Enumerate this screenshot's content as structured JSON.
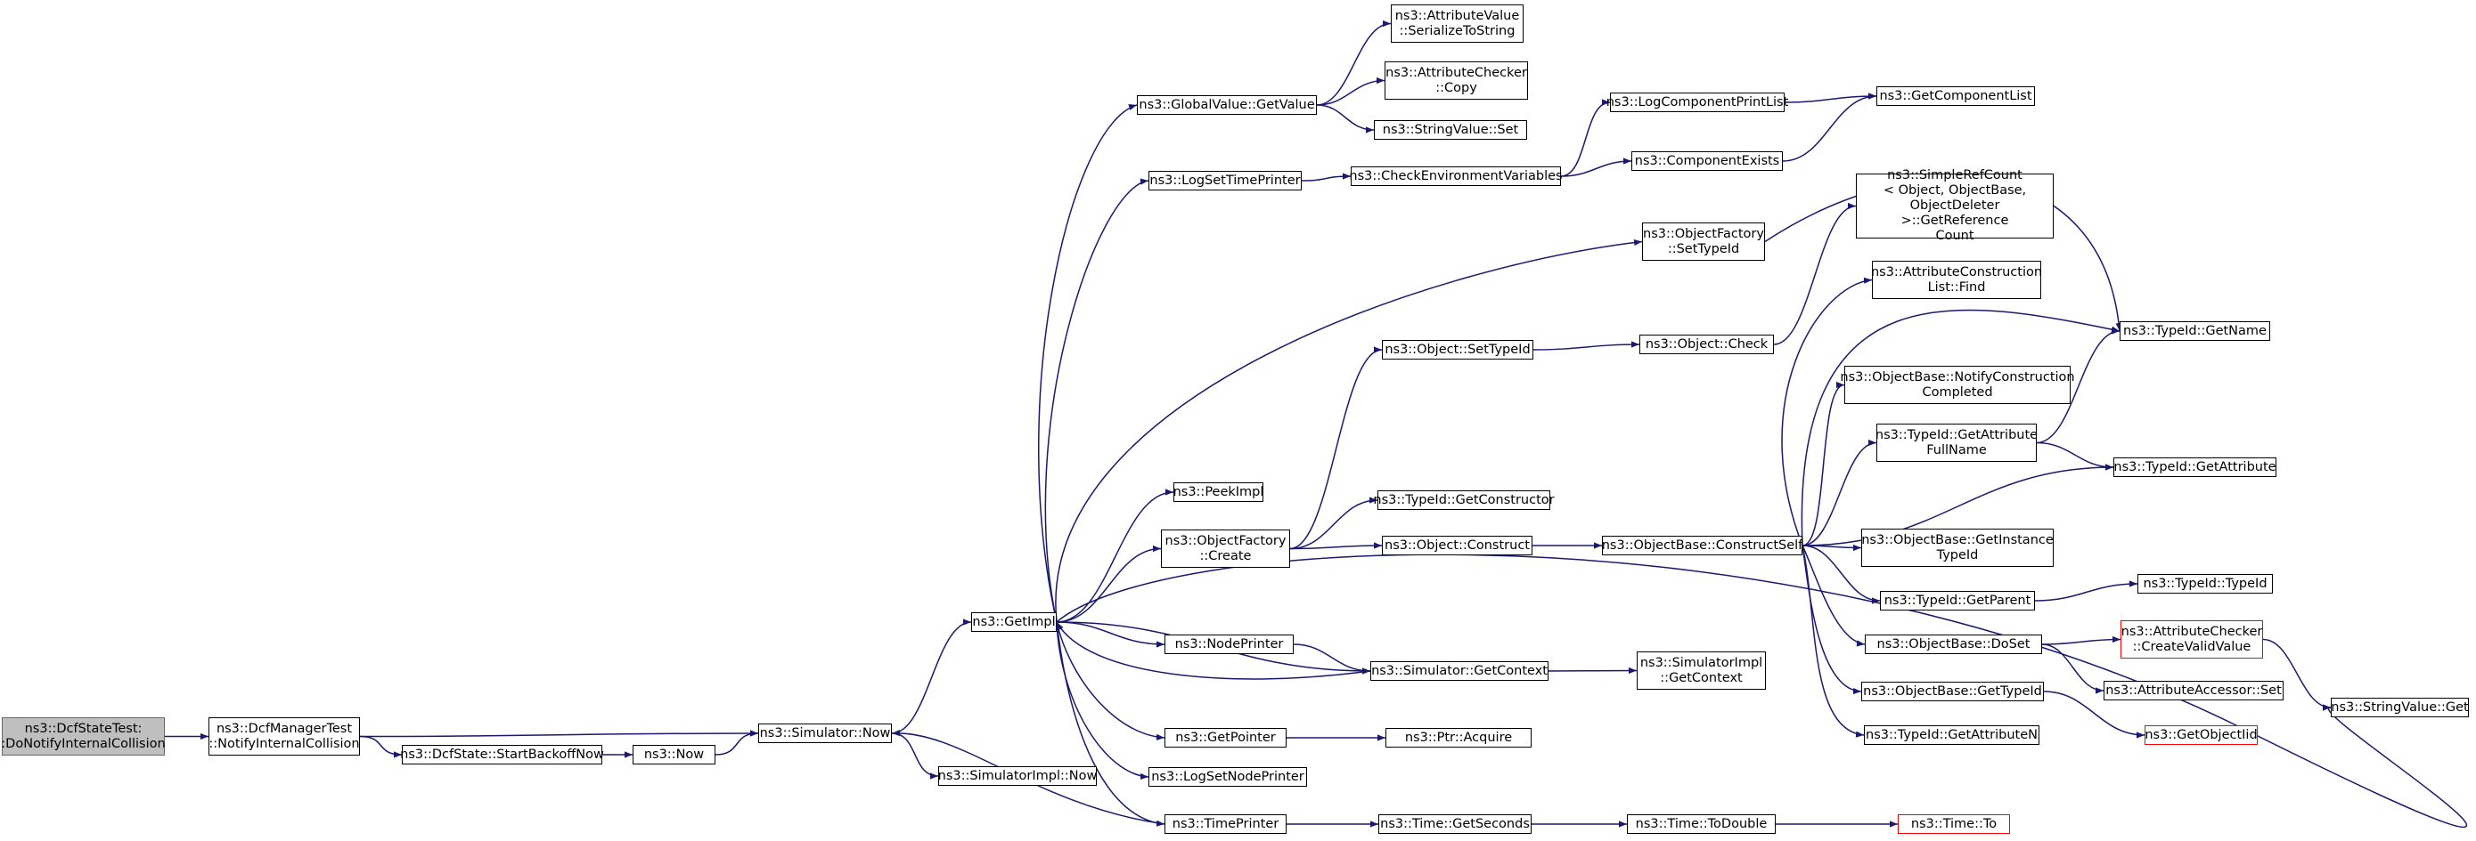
{
  "colors": {
    "edge": "#191970",
    "node_border": "#000000",
    "root_fill": "#bfbfbf",
    "root_border": "#666666",
    "truncated_border": "#ff0000"
  },
  "nodes": [
    {
      "id": "dcfstatetest",
      "label": "ns3::DcfStateTest:\n:DoNotifyInternalCollision",
      "style": "root"
    },
    {
      "id": "dcfmanagertest",
      "label": "ns3::DcfManagerTest\n::NotifyInternalCollision"
    },
    {
      "id": "startbackoff",
      "label": "ns3::DcfState::StartBackoffNow"
    },
    {
      "id": "now",
      "label": "ns3::Now"
    },
    {
      "id": "simnow",
      "label": "ns3::Simulator::Now"
    },
    {
      "id": "simimplnow",
      "label": "ns3::SimulatorImpl::Now"
    },
    {
      "id": "getimpl",
      "label": "ns3::GetImpl"
    },
    {
      "id": "globalvalue",
      "label": "ns3::GlobalValue::GetValue"
    },
    {
      "id": "serialize",
      "label": "ns3::AttributeValue\n::SerializeToString"
    },
    {
      "id": "attrcopy",
      "label": "ns3::AttributeChecker\n::Copy"
    },
    {
      "id": "stringset",
      "label": "ns3::StringValue::Set"
    },
    {
      "id": "logsettime",
      "label": "ns3::LogSetTimePrinter"
    },
    {
      "id": "checkenv",
      "label": "ns3::CheckEnvironmentVariables"
    },
    {
      "id": "logcompprint",
      "label": "ns3::LogComponentPrintList"
    },
    {
      "id": "compexists",
      "label": "ns3::ComponentExists"
    },
    {
      "id": "getcomplist",
      "label": "ns3::GetComponentList"
    },
    {
      "id": "ofsettypeid",
      "label": "ns3::ObjectFactory\n::SetTypeId"
    },
    {
      "id": "simplerefcount",
      "label": "ns3::SimpleRefCount\n< Object, ObjectBase,\n ObjectDeleter >::GetReference\nCount"
    },
    {
      "id": "attrconstfind",
      "label": "ns3::AttributeConstruction\nList::Find"
    },
    {
      "id": "objsettypeid",
      "label": "ns3::Object::SetTypeId"
    },
    {
      "id": "objcheck",
      "label": "ns3::Object::Check"
    },
    {
      "id": "typeidgetname",
      "label": "ns3::TypeId::GetName"
    },
    {
      "id": "notifyconstr",
      "label": "ns3::ObjectBase::NotifyConstruction\nCompleted"
    },
    {
      "id": "getattrfullname",
      "label": "ns3::TypeId::GetAttribute\nFullName"
    },
    {
      "id": "typeidgetattr",
      "label": "ns3::TypeId::GetAttribute"
    },
    {
      "id": "peekimpl",
      "label": "ns3::PeekImpl"
    },
    {
      "id": "typeidgetctor",
      "label": "ns3::TypeId::GetConstructor"
    },
    {
      "id": "ofcreate",
      "label": "ns3::ObjectFactory\n::Create"
    },
    {
      "id": "objconstruct",
      "label": "ns3::Object::Construct"
    },
    {
      "id": "constructself",
      "label": "ns3::ObjectBase::ConstructSelf"
    },
    {
      "id": "getinsttypeid",
      "label": "ns3::ObjectBase::GetInstance\nTypeId"
    },
    {
      "id": "getparent",
      "label": "ns3::TypeId::GetParent"
    },
    {
      "id": "typeidtypeid",
      "label": "ns3::TypeId::TypeId"
    },
    {
      "id": "nodeprinter",
      "label": "ns3::NodePrinter"
    },
    {
      "id": "simgetcontext",
      "label": "ns3::Simulator::GetContext"
    },
    {
      "id": "simimplgetcontext",
      "label": "ns3::SimulatorImpl\n::GetContext"
    },
    {
      "id": "doset",
      "label": "ns3::ObjectBase::DoSet"
    },
    {
      "id": "createvalid",
      "label": "ns3::AttributeChecker\n::CreateValidValue",
      "style": "red"
    },
    {
      "id": "accessorset",
      "label": "ns3::AttributeAccessor::Set"
    },
    {
      "id": "stringget",
      "label": "ns3::StringValue::Get"
    },
    {
      "id": "gettypeid",
      "label": "ns3::ObjectBase::GetTypeId"
    },
    {
      "id": "getobjectiid",
      "label": "ns3::GetObjectIid",
      "style": "red"
    },
    {
      "id": "getattrn",
      "label": "ns3::TypeId::GetAttributeN"
    },
    {
      "id": "getpointer",
      "label": "ns3::GetPointer"
    },
    {
      "id": "ptracquire",
      "label": "ns3::Ptr::Acquire"
    },
    {
      "id": "logsetnode",
      "label": "ns3::LogSetNodePrinter"
    },
    {
      "id": "timeprinter",
      "label": "ns3::TimePrinter"
    },
    {
      "id": "getseconds",
      "label": "ns3::Time::GetSeconds"
    },
    {
      "id": "todouble",
      "label": "ns3::Time::ToDouble"
    },
    {
      "id": "timeto",
      "label": "ns3::Time::To",
      "style": "red"
    }
  ],
  "edges": [
    [
      "dcfstatetest",
      "dcfmanagertest"
    ],
    [
      "dcfmanagertest",
      "simnow"
    ],
    [
      "dcfmanagertest",
      "startbackoff"
    ],
    [
      "startbackoff",
      "now"
    ],
    [
      "now",
      "simnow"
    ],
    [
      "simnow",
      "getimpl"
    ],
    [
      "simnow",
      "simimplnow"
    ],
    [
      "getimpl",
      "globalvalue"
    ],
    [
      "getimpl",
      "logsettime"
    ],
    [
      "getimpl",
      "ofsettypeid"
    ],
    [
      "getimpl",
      "peekimpl"
    ],
    [
      "getimpl",
      "ofcreate"
    ],
    [
      "getimpl",
      "nodeprinter"
    ],
    [
      "getimpl",
      "simgetcontext"
    ],
    [
      "getimpl",
      "getpointer"
    ],
    [
      "getimpl",
      "logsetnode"
    ],
    [
      "getimpl",
      "timeprinter"
    ],
    [
      "getimpl",
      "stringget"
    ],
    [
      "globalvalue",
      "serialize"
    ],
    [
      "globalvalue",
      "attrcopy"
    ],
    [
      "globalvalue",
      "stringset"
    ],
    [
      "logsettime",
      "checkenv"
    ],
    [
      "checkenv",
      "logcompprint"
    ],
    [
      "checkenv",
      "compexists"
    ],
    [
      "logcompprint",
      "getcomplist"
    ],
    [
      "compexists",
      "getcomplist"
    ],
    [
      "ofsettypeid",
      "typeidgetname"
    ],
    [
      "ofcreate",
      "objsettypeid"
    ],
    [
      "ofcreate",
      "typeidgetctor"
    ],
    [
      "ofcreate",
      "objconstruct"
    ],
    [
      "objsettypeid",
      "objcheck"
    ],
    [
      "objcheck",
      "simplerefcount"
    ],
    [
      "objconstruct",
      "constructself"
    ],
    [
      "constructself",
      "attrconstfind"
    ],
    [
      "constructself",
      "typeidgetname"
    ],
    [
      "constructself",
      "notifyconstr"
    ],
    [
      "constructself",
      "getattrfullname"
    ],
    [
      "constructself",
      "typeidgetattr"
    ],
    [
      "constructself",
      "getinsttypeid"
    ],
    [
      "constructself",
      "getparent"
    ],
    [
      "constructself",
      "doset"
    ],
    [
      "constructself",
      "gettypeid"
    ],
    [
      "constructself",
      "getattrn"
    ],
    [
      "getattrfullname",
      "typeidgetname"
    ],
    [
      "getattrfullname",
      "typeidgetattr"
    ],
    [
      "getparent",
      "typeidtypeid"
    ],
    [
      "doset",
      "createvalid"
    ],
    [
      "doset",
      "accessorset"
    ],
    [
      "createvalid",
      "stringget"
    ],
    [
      "gettypeid",
      "getobjectiid"
    ],
    [
      "nodeprinter",
      "simgetcontext"
    ],
    [
      "simgetcontext",
      "getimpl"
    ],
    [
      "simgetcontext",
      "simimplgetcontext"
    ],
    [
      "getpointer",
      "ptracquire"
    ],
    [
      "timeprinter",
      "simnow"
    ],
    [
      "timeprinter",
      "getseconds"
    ],
    [
      "getseconds",
      "todouble"
    ],
    [
      "todouble",
      "timeto"
    ]
  ]
}
